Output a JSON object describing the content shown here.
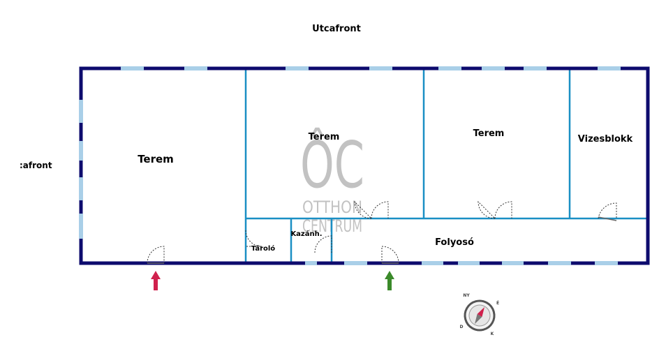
{
  "street_top": "Utcafront",
  "street_left": ":afront",
  "rooms": {
    "terem_left": "Terem",
    "terem_mid": "Terem",
    "terem_right": "Terem",
    "vizesblokk": "Vizesblokk",
    "tarolo": "Tároló",
    "kazanh": "Kazánh.",
    "folyoso": "Folyosó"
  },
  "watermark": {
    "logo": "ÔC",
    "line1": "OTTHON",
    "line2": "CENTRUM"
  },
  "compass": {
    "n": "NY",
    "e": "É",
    "s": "K",
    "w": "D"
  },
  "colors": {
    "outer_wall": "#0d0b6e",
    "inner_wall": "#1a8fc4",
    "window": "#a9cfe8",
    "entrance_red": "#d0214d",
    "entrance_green": "#3b8a2a",
    "compass_needle": "#d0214d"
  }
}
